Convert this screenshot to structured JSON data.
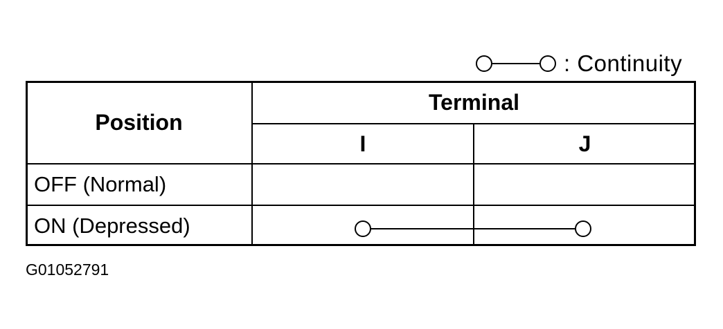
{
  "legend": {
    "symbol": "circle-line-circle",
    "label": ": Continuity"
  },
  "table": {
    "headers": {
      "position": "Position",
      "terminal": "Terminal",
      "terminals": [
        "I",
        "J"
      ]
    },
    "rows": [
      {
        "position": "OFF (Normal)",
        "continuity": []
      },
      {
        "position": "ON (Depressed)",
        "continuity": [
          "I",
          "J"
        ]
      }
    ]
  },
  "figure_code": "G01052791"
}
